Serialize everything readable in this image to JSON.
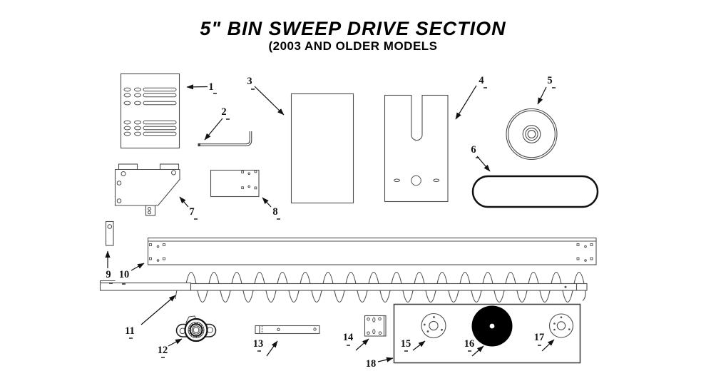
{
  "title": "5\" BIN SWEEP DRIVE SECTION",
  "subtitle": "(2003 AND OLDER MODELS",
  "parts": [
    {
      "label": "1"
    },
    {
      "label": "2"
    },
    {
      "label": "3"
    },
    {
      "label": "4"
    },
    {
      "label": "5"
    },
    {
      "label": "6"
    },
    {
      "label": "7"
    },
    {
      "label": "8"
    },
    {
      "label": "9"
    },
    {
      "label": "10"
    },
    {
      "label": "11"
    },
    {
      "label": "12"
    },
    {
      "label": "13"
    },
    {
      "label": "14"
    },
    {
      "label": "15"
    },
    {
      "label": "16"
    },
    {
      "label": "17"
    },
    {
      "label": "18"
    }
  ]
}
